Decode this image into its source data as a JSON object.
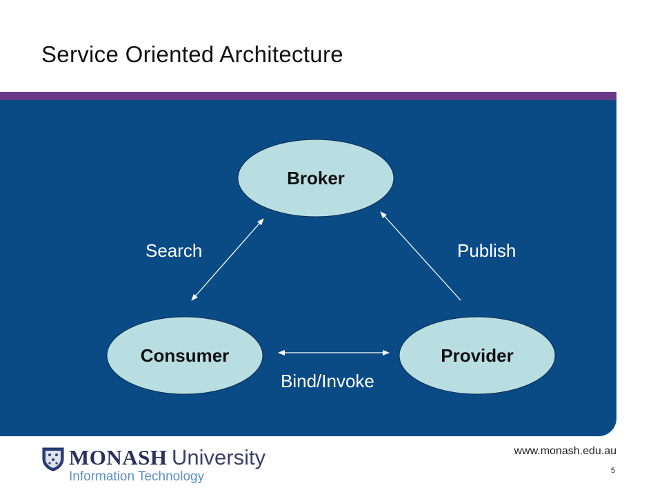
{
  "slide": {
    "title": "Service Oriented Architecture",
    "url": "www.monash.edu.au",
    "page_number": "5"
  },
  "logo": {
    "name_bold": "MONASH",
    "name_regular": "University",
    "subtitle": "Information Technology",
    "crest_icon": "monash-crest-icon"
  },
  "diagram": {
    "nodes": {
      "broker": "Broker",
      "consumer": "Consumer",
      "provider": "Provider"
    },
    "edges": {
      "search": "Search",
      "publish": "Publish",
      "bind": "Bind/Invoke"
    }
  },
  "colors": {
    "panel": "#0a4b86",
    "stripe": "#6b3a86",
    "node_fill": "#b8dee2",
    "arrow": "#ffffff"
  }
}
